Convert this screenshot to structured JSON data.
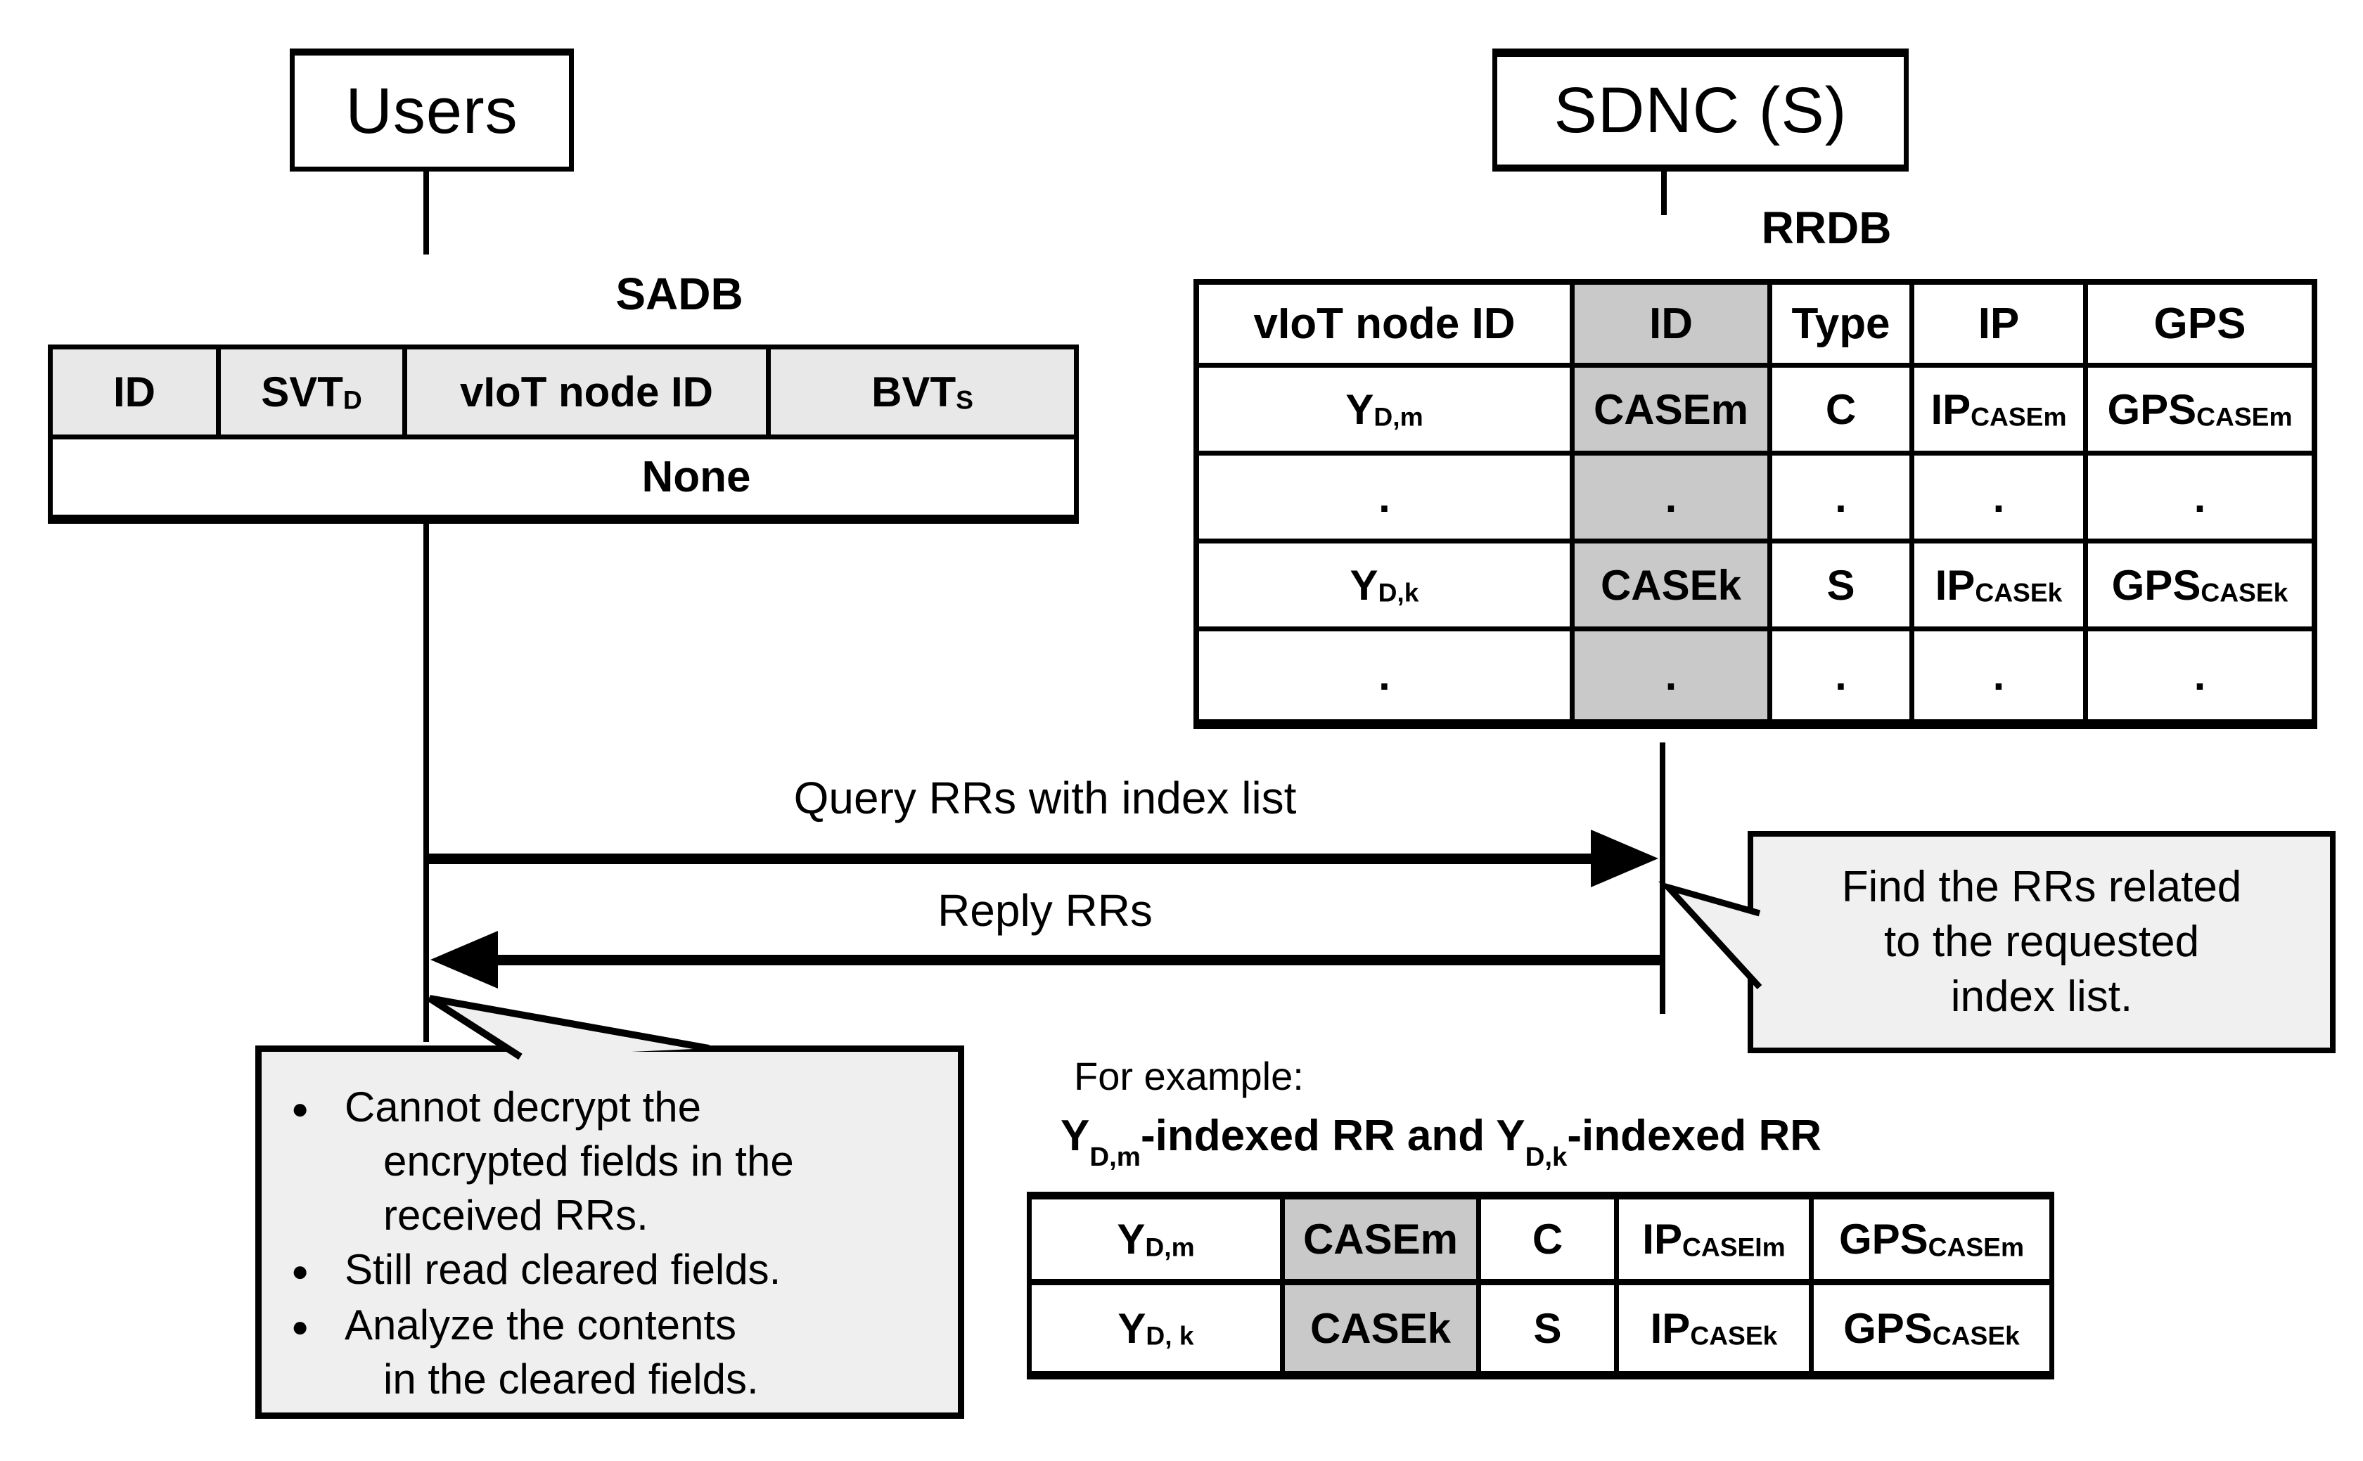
{
  "actors": {
    "users": "Users",
    "sdnc": "SDNC (S)"
  },
  "sadb": {
    "title": "SADB",
    "headers": [
      {
        "text": "ID",
        "sub": ""
      },
      {
        "text": "SVT",
        "sub": "D"
      },
      {
        "text": "vIoT node ID",
        "sub": ""
      },
      {
        "text": "BVT",
        "sub": "S"
      }
    ],
    "none_row": "None"
  },
  "rrdb": {
    "title": "RRDB",
    "headers": [
      "vIoT node ID",
      "ID",
      "Type",
      "IP",
      "GPS"
    ],
    "rows": [
      {
        "cells": [
          {
            "text": "Y",
            "sub": "D,m"
          },
          {
            "text": "CASEm",
            "sub": ""
          },
          {
            "text": "C",
            "sub": ""
          },
          {
            "text": "IP",
            "sub": "CASEm"
          },
          {
            "text": "GPS",
            "sub": "CASEm"
          }
        ]
      },
      {
        "cells": [
          {
            "text": ".",
            "sub": ""
          },
          {
            "text": ".",
            "sub": ""
          },
          {
            "text": ".",
            "sub": ""
          },
          {
            "text": ".",
            "sub": ""
          },
          {
            "text": ".",
            "sub": ""
          }
        ]
      },
      {
        "cells": [
          {
            "text": "Y",
            "sub": "D,k"
          },
          {
            "text": "CASEk",
            "sub": ""
          },
          {
            "text": "S",
            "sub": ""
          },
          {
            "text": "IP",
            "sub": "CASEk"
          },
          {
            "text": "GPS",
            "sub": "CASEk"
          }
        ]
      },
      {
        "cells": [
          {
            "text": ".",
            "sub": ""
          },
          {
            "text": ".",
            "sub": ""
          },
          {
            "text": ".",
            "sub": ""
          },
          {
            "text": ".",
            "sub": ""
          },
          {
            "text": ".",
            "sub": ""
          }
        ]
      }
    ]
  },
  "messages": {
    "query": "Query RRs with index list",
    "reply": "Reply RRs"
  },
  "right_callout": {
    "lines": [
      "Find the RRs related",
      "to the requested",
      "index list."
    ]
  },
  "left_callout": {
    "bullets": [
      {
        "lines": [
          "Cannot decrypt the",
          "encrypted fields in the",
          "received RRs."
        ]
      },
      {
        "lines": [
          "Still read cleared fields."
        ]
      },
      {
        "lines": [
          "Analyze the  contents",
          "in the cleared fields."
        ]
      }
    ]
  },
  "example": {
    "intro": "For example:",
    "heading": [
      {
        "text": "Y",
        "sub": "D,m"
      },
      {
        "text": "-indexed RR and ",
        "sub": ""
      },
      {
        "text": "Y",
        "sub": "D,k"
      },
      {
        "text": "-indexed RR",
        "sub": ""
      }
    ],
    "rows": [
      {
        "cells": [
          {
            "text": "Y",
            "sub": "D,m"
          },
          {
            "text": "CASEm",
            "sub": ""
          },
          {
            "text": "C",
            "sub": ""
          },
          {
            "text": "IP",
            "sub": "CASEIm"
          },
          {
            "text": "GPS",
            "sub": "CASEm"
          }
        ]
      },
      {
        "cells": [
          {
            "text": "Y",
            "sub": "D, k"
          },
          {
            "text": "CASEk",
            "sub": ""
          },
          {
            "text": "S",
            "sub": ""
          },
          {
            "text": "IP",
            "sub": "CASEk"
          },
          {
            "text": "GPS",
            "sub": "CASEk"
          }
        ]
      }
    ]
  },
  "colors": {
    "header_shade": "#e8e8e8",
    "id_column_shade": "#c9c9c9",
    "callout_bg": "#f0f0f0",
    "line": "#000000"
  }
}
